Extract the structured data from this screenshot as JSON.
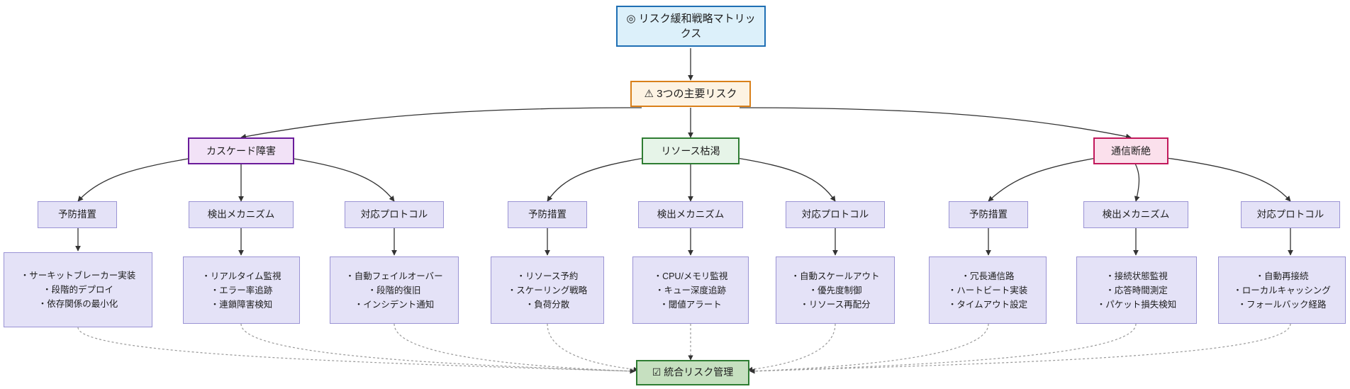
{
  "diagram": {
    "title_node": {
      "icon": "target-icon",
      "icon_glyph": "◎",
      "text": "リスク緩和戦略マトリックス"
    },
    "risks_node": {
      "icon": "warning-icon",
      "icon_glyph": "⚠",
      "text": "3つの主要リスク"
    },
    "final_node": {
      "icon": "check-box-icon",
      "icon_glyph": "☑",
      "text": "統合リスク管理"
    },
    "categories": [
      {
        "name": "cascade-failure",
        "text": "カスケード障害",
        "color": "#6a1b9a",
        "fill": "#f2e2f7"
      },
      {
        "name": "resource-exhaustion",
        "text": "リソース枯渇",
        "color": "#2e7d32",
        "fill": "#e6f4e8"
      },
      {
        "name": "communication-loss",
        "text": "通信断絶",
        "color": "#c2185b",
        "fill": "#fbe0ec"
      }
    ],
    "subnodes": [
      {
        "text": "予防措置"
      },
      {
        "text": "検出メカニズム"
      },
      {
        "text": "対応プロトコル"
      },
      {
        "text": "予防措置"
      },
      {
        "text": "検出メカニズム"
      },
      {
        "text": "対応プロトコル"
      },
      {
        "text": "予防措置"
      },
      {
        "text": "検出メカニズム"
      },
      {
        "text": "対応プロトコル"
      }
    ],
    "leaves": [
      {
        "text": "・サーキットブレーカー実装\n・段階的デプロイ\n・依存関係の最小化"
      },
      {
        "text": "・リアルタイム監視\n・エラー率追跡\n・連鎖障害検知"
      },
      {
        "text": "・自動フェイルオーバー\n・段階的復旧\n・インシデント通知"
      },
      {
        "text": "・リソース予約\n・スケーリング戦略\n・負荷分散"
      },
      {
        "text": "・CPU/メモリ監視\n・キュー深度追跡\n・閾値アラート"
      },
      {
        "text": "・自動スケールアウト\n・優先度制御\n・リソース再配分"
      },
      {
        "text": "・冗長通信路\n・ハートビート実装\n・タイムアウト設定"
      },
      {
        "text": "・接続状態監視\n・応答時間測定\n・パケット損失検知"
      },
      {
        "text": "・自動再接続\n・ローカルキャッシング\n・フォールバック経路"
      }
    ],
    "colors": {
      "edge": "#333333",
      "dotted_edge": "#999999",
      "sub_fill": "#e4e2f7",
      "sub_border": "#9a93d4",
      "root_fill": "#dcf0fa",
      "root_border": "#1f6fb4",
      "risks_fill": "#fdf3e3",
      "risks_border": "#d9801a",
      "final_fill": "#c6e0c0",
      "final_border": "#2e7d32"
    }
  }
}
